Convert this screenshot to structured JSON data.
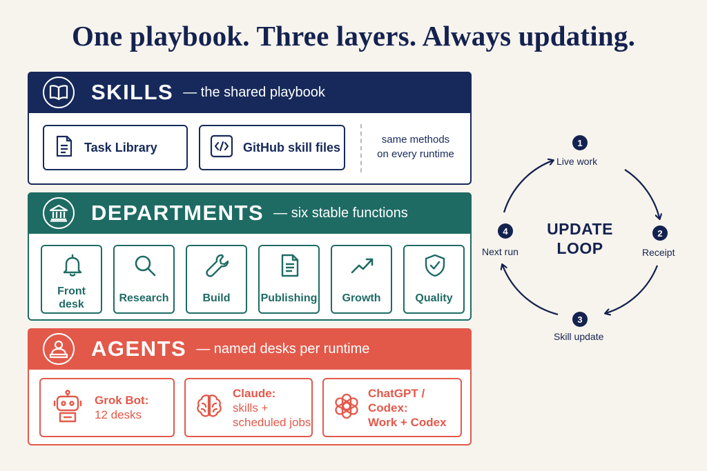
{
  "title": "One playbook. Three layers. Always updating.",
  "skills": {
    "name": "SKILLS",
    "subtitle": "— the shared playbook",
    "icon": "book-icon",
    "color": "#16295a",
    "cards": [
      {
        "label": "Task Library",
        "icon": "document-icon"
      },
      {
        "label": "GitHub skill files",
        "icon": "code-file-icon"
      }
    ],
    "note_line1": "same methods",
    "note_line2": "on every runtime"
  },
  "departments": {
    "name": "DEPARTMENTS",
    "subtitle": "— six stable functions",
    "icon": "building-icon",
    "color": "#1e6b64",
    "items": [
      {
        "line1": "Front",
        "line2": "desk",
        "icon": "bell-icon"
      },
      {
        "line1": "Research",
        "line2": "",
        "icon": "magnifier-icon"
      },
      {
        "line1": "Build",
        "line2": "",
        "icon": "wrench-icon"
      },
      {
        "line1": "Publishing",
        "line2": "",
        "icon": "document-icon"
      },
      {
        "line1": "Growth",
        "line2": "",
        "icon": "trend-up-icon"
      },
      {
        "line1": "Quality",
        "line2": "",
        "icon": "shield-check-icon"
      }
    ]
  },
  "agents": {
    "name": "AGENTS",
    "subtitle": "— named desks per runtime",
    "icon": "person-desk-icon",
    "color": "#e2594a",
    "items": [
      {
        "line1": "Grok Bot:",
        "line2": "12 desks",
        "line3": "",
        "icon": "robot-icon"
      },
      {
        "line1": "Claude:",
        "line2": "skills +",
        "line3": "scheduled jobs",
        "icon": "brain-icon"
      },
      {
        "line1": "ChatGPT / Codex:",
        "line2": "Work + Codex",
        "line3": "",
        "icon": "openai-knot-icon"
      }
    ]
  },
  "loop": {
    "center_line1": "UPDATE",
    "center_line2": "LOOP",
    "steps": [
      {
        "num": "1",
        "label": "Live work"
      },
      {
        "num": "2",
        "label": "Receipt"
      },
      {
        "num": "3",
        "label": "Skill update"
      },
      {
        "num": "4",
        "label": "Next run"
      }
    ],
    "color": "#14224f"
  }
}
